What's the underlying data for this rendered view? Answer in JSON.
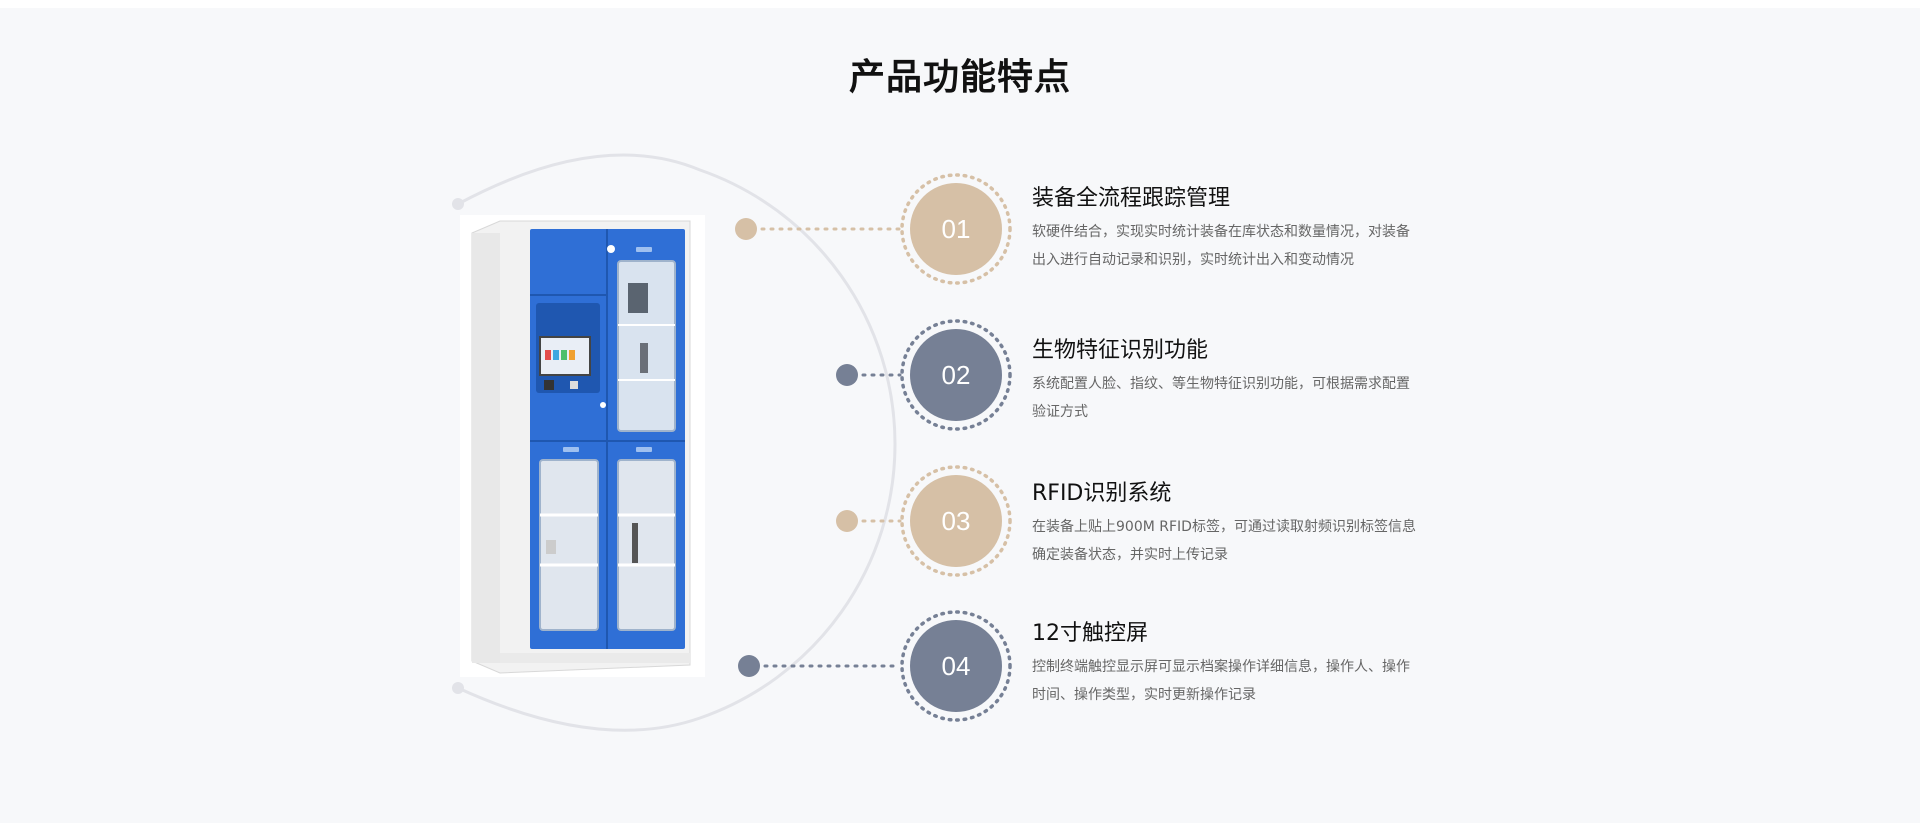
{
  "page": {
    "title": "产品功能特点"
  },
  "colors": {
    "tan": "#d6c0a6",
    "slate": "#768095",
    "arc": "#e2e3e8",
    "cabinet_blue": "#2f6fd6",
    "cabinet_body": "#f0f0f0"
  },
  "features": [
    {
      "number": "01",
      "title": "装备全流程跟踪管理",
      "desc_line1": "软硬件结合，实现实时统计装备在库状态和数量情况，对装备",
      "desc_line2": "出入进行自动记录和识别，实时统计出入和变动情况",
      "color": "tan"
    },
    {
      "number": "02",
      "title": "生物特征识别功能",
      "desc_line1": "系统配置人脸、指纹、等生物特征识别功能，可根据需求配置",
      "desc_line2": "验证方式",
      "color": "slate"
    },
    {
      "number": "03",
      "title": "RFID识别系统",
      "desc_line1": "在装备上贴上900M RFID标签，可通过读取射频识别标签信息",
      "desc_line2": "确定装备状态，并实时上传记录",
      "color": "tan"
    },
    {
      "number": "04",
      "title": "12寸触控屏",
      "desc_line1": "控制终端触控显示屏可显示档案操作详细信息，操作人、操作",
      "desc_line2": "时间、操作类型，实时更新操作记录",
      "color": "slate"
    }
  ]
}
